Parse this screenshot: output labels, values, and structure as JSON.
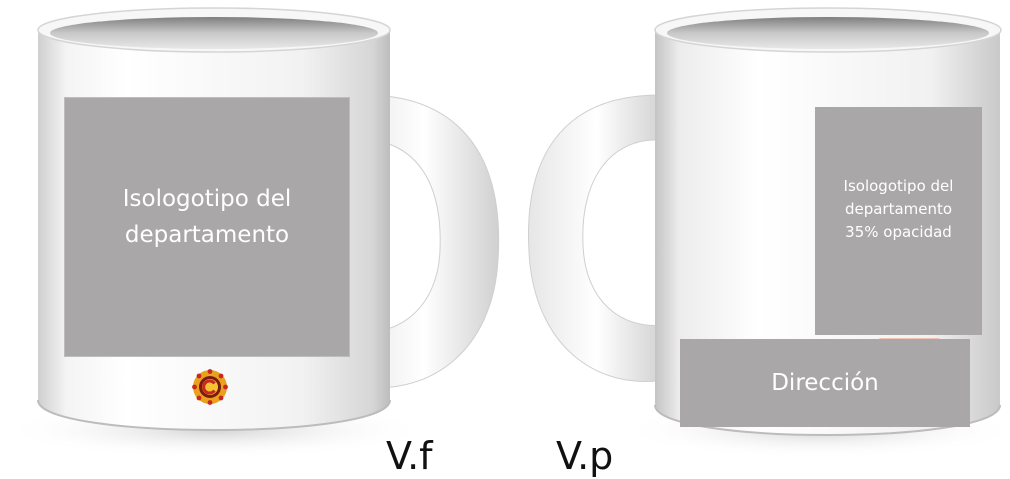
{
  "front_mug": {
    "logo_panel_text": [
      "Isologotipo del",
      "departamento"
    ],
    "emblem": "department-emblem-icon",
    "view_label": "V.f"
  },
  "back_mug": {
    "logo_panel_text": [
      "Isologotipo del",
      "departamento",
      "35% opacidad"
    ],
    "address_panel_text": "Dirección",
    "view_label": "V.p"
  },
  "colors": {
    "panel_grey": "#a9a7a8",
    "mug_white": "#f4f4f4",
    "emblem_orange": "#e8a21c",
    "emblem_red": "#c8281e"
  }
}
